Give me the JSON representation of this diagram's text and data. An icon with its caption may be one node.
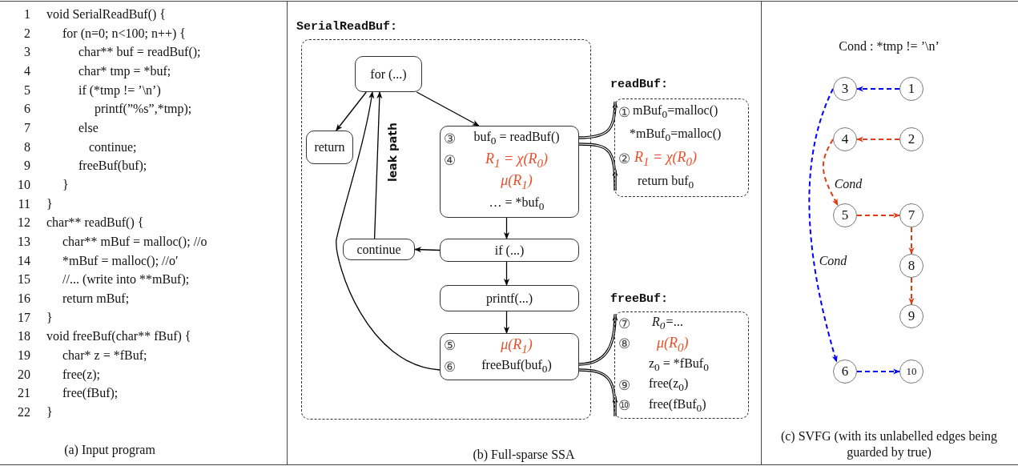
{
  "diagram": {
    "nodes": [
      {
        "text": [
          "SerialReadBuf:"
        ]
      },
      {
        "text": [
          "for (...)"
        ],
        "in": 0
      },
      {
        "text": [
          "return"
        ],
        "in": 0
      },
      {
        "text": [
          "③",
          "buf$_{0}$ = readBuf()",
          "④",
          "R$_{1}$ = χ(R$_{0}$)",
          "μ(R$_{1}$)",
          "… = *buf$_{0}$"
        ],
        "in": 0
      },
      {
        "text": [
          "continue"
        ],
        "in": 0
      },
      {
        "text": [
          "if (...)"
        ],
        "in": 0
      },
      {
        "text": [
          "printf(...)"
        ],
        "in": 0
      },
      {
        "text": [
          "⑤",
          "μ(R$_{1}$)",
          "⑥",
          "freeBuf(buf$_{0}$)"
        ],
        "in": 0
      },
      {
        "text": [
          "readBuf:",
          "①",
          "mBuf$_{0}$=malloc()",
          "*mBuf$_{0}$=malloc()",
          "②",
          "R$_{1}$ = χ(R$_{0}$)",
          "return buf$_{0}$"
        ]
      },
      {
        "text": [
          "freeBuf:",
          "⑦",
          "R$_{0}$=...",
          "⑧",
          "μ(R$_{0}$)",
          "z$_{0}$ = *fBuf$_{0}$",
          "⑨",
          "free(z$_{0}$)",
          "⑩",
          "free(fBuf$_{0}$)"
        ]
      },
      {
        "text": [
          "3"
        ]
      },
      {
        "text": [
          "1"
        ]
      },
      {
        "text": [
          "4"
        ]
      },
      {
        "text": [
          "2"
        ]
      },
      {
        "text": [
          "5"
        ]
      },
      {
        "text": [
          "7"
        ]
      },
      {
        "text": [
          "8"
        ]
      },
      {
        "text": [
          "9"
        ]
      },
      {
        "text": [
          "6"
        ]
      },
      {
        "text": [
          "10"
        ]
      }
    ],
    "edges": [
      {
        "from": 1,
        "to": 2,
        "arrow": "to"
      },
      {
        "from": 1,
        "to": 3,
        "arrow": "to"
      },
      {
        "from": 3,
        "to": 5,
        "arrow": "to"
      },
      {
        "from": 5,
        "to": 4,
        "arrow": "to"
      },
      {
        "from": 4,
        "to": 1,
        "arrow": "to",
        "label": "leak path"
      },
      {
        "from": 5,
        "to": 6,
        "arrow": "to"
      },
      {
        "from": 6,
        "to": 7,
        "arrow": "to"
      },
      {
        "from": 7,
        "to": 1,
        "arrow": "to"
      },
      {
        "from": 3,
        "to": 8,
        "arrow": "to"
      },
      {
        "from": 3,
        "to": 8,
        "arrow": "to"
      },
      {
        "from": 7,
        "to": 9,
        "arrow": "to"
      },
      {
        "from": 7,
        "to": 9,
        "arrow": "to"
      },
      {
        "from": 11,
        "to": 10,
        "arrow": "to",
        "style": "dashed",
        "color": "#0000ff"
      },
      {
        "from": 13,
        "to": 12,
        "arrow": "to",
        "style": "dashed",
        "color": "#e03c14"
      },
      {
        "from": 12,
        "to": 14,
        "arrow": "to",
        "label": "Cond",
        "style": "dashed",
        "color": "#e03c14"
      },
      {
        "from": 14,
        "to": 15,
        "arrow": "to",
        "style": "dashed",
        "color": "#e03c14"
      },
      {
        "from": 15,
        "to": 16,
        "arrow": "to",
        "style": "dashed",
        "color": "#e03c14"
      },
      {
        "from": 16,
        "to": 17,
        "arrow": "to",
        "style": "dashed",
        "color": "#e03c14"
      },
      {
        "from": 10,
        "to": 18,
        "arrow": "to",
        "label": "Cond",
        "style": "dashed",
        "color": "#0000ff"
      },
      {
        "from": 18,
        "to": 19,
        "arrow": "to",
        "style": "dashed",
        "color": "#0000ff"
      }
    ],
    "labels": [
      "1",
      "void SerialReadBuf() {",
      "2",
      "for (n=0; n<100; n++) {",
      "3",
      "char** buf = readBuf();",
      "4",
      "char* tmp = *buf;",
      "5",
      "if (*tmp != ’\\n’)",
      "6",
      "printf(”%s”,*tmp);",
      "7",
      "else",
      "8",
      "continue;",
      "9",
      "freeBuf(buf);",
      "10",
      "}",
      "11",
      "}",
      "12",
      "char** readBuf() {",
      "13",
      "char** mBuf = malloc(); //o",
      "14",
      "*mBuf = malloc(); //o′",
      "15",
      "//... (write into **mBuf);",
      "16",
      "return mBuf;",
      "17",
      "}",
      "18",
      "void freeBuf(char** fBuf) {",
      "19",
      "char* z = *fBuf;",
      "20",
      "free(z);",
      "21",
      "free(fBuf);",
      "22",
      "}",
      "(a) Input program",
      "(b) Full-sparse SSA",
      "Cond : *tmp != ’\\n’",
      "(c) SVFG (with its unlabelled edges being guarded by true)"
    ]
  }
}
